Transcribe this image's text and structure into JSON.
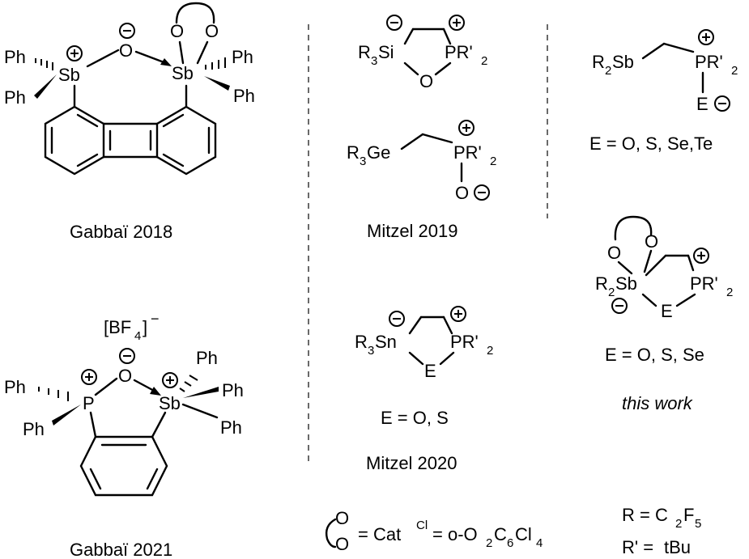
{
  "captions": {
    "gabbai_2018": "Gabbaï 2018",
    "gabbai_2021": "Gabbaï 2021",
    "mitzel_2019": "Mitzel 2019",
    "mitzel_2020": "Mitzel 2020",
    "this_work": "this work"
  },
  "conditions": {
    "e_oss_ete": "E = O, S, Se,Te",
    "e_o_s_se": "E = O, S, Se",
    "e_o_s": "E = O, S"
  },
  "labels": {
    "ph": "Ph",
    "sb": "Sb",
    "p": "P",
    "o": "O",
    "e": "E",
    "bf4_open": "[BF",
    "bf4_sub": "4",
    "bf4_close": "]",
    "bf4_charge": "−",
    "si_group": "R",
    "si_sub": "3",
    "si_rest": "Si",
    "ge_group": "R",
    "ge_sub": "3",
    "ge_rest": "Ge",
    "sn_group": "R",
    "sn_sub": "3",
    "sn_rest": "Sn",
    "pr2": "PR'",
    "pr2_sub": "2",
    "r2sb": "R",
    "r2sb_sub": "2",
    "r2sb_rest": "Sb"
  },
  "legend": {
    "cat_eq": "= Cat",
    "cat_sup": "Cl",
    "cat_formula_a": "= o-O",
    "cat_formula_sub1": "2",
    "cat_formula_b": "C",
    "cat_formula_sub2": "6",
    "cat_formula_c": "Cl",
    "cat_formula_sub3": "4",
    "r_def": "R = C",
    "r_sub1": "2",
    "r_mid": "F",
    "r_sub2": "5",
    "rprime_def": "R' = ",
    "rprime_val": "tBu"
  }
}
